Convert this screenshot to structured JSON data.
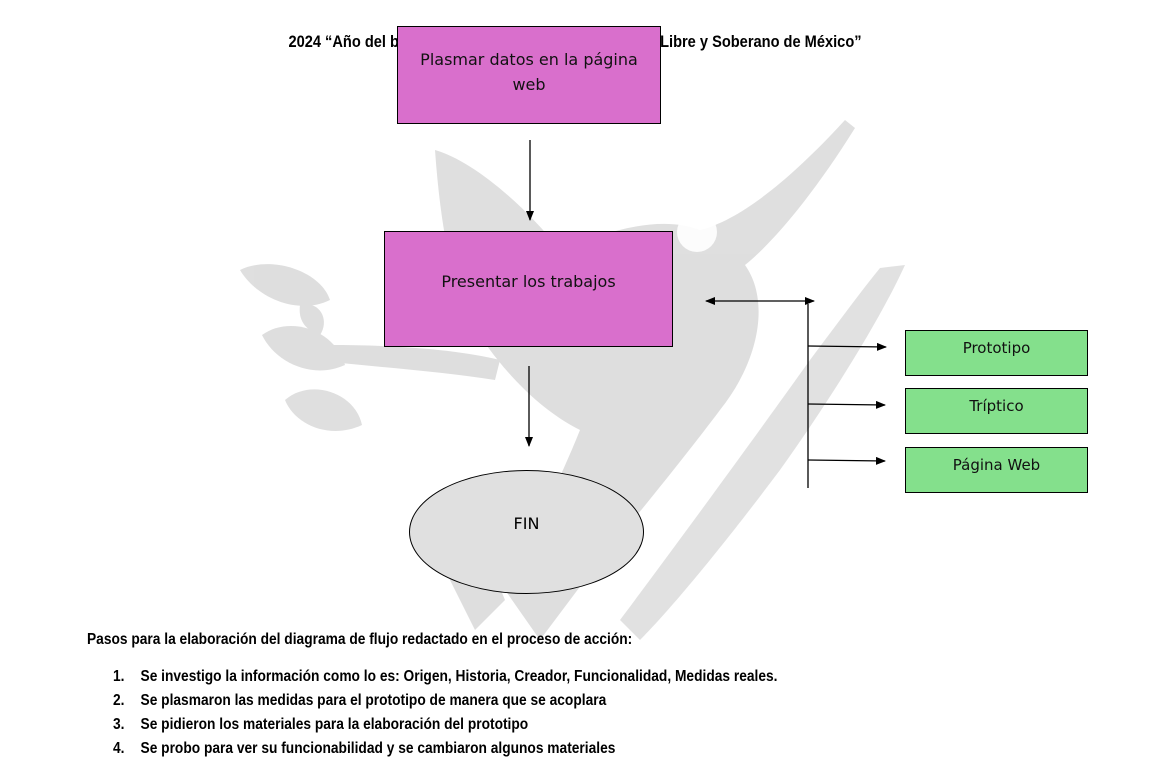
{
  "header": {
    "left_text": "2024 “Año del bice",
    "right_text": "Libre y Soberano de México”"
  },
  "diagram": {
    "nodes": {
      "web_data": "Plasmar datos en la página web",
      "present": "Presentar los trabajos",
      "end": "FIN",
      "prototype": "Prototipo",
      "triptych": "Tríptico",
      "webpage": "Página Web"
    }
  },
  "steps": {
    "title": "Pasos para la elaboración del diagrama de flujo redactado en el proceso de acción:",
    "items": [
      {
        "num": "1.",
        "text": "Se investigo la información como lo es: Origen, Historia, Creador, Funcionalidad, Medidas reales."
      },
      {
        "num": "2.",
        "text": "Se plasmaron las medidas para el prototipo de manera que se acoplara"
      },
      {
        "num": "3.",
        "text": "Se pidieron los materiales para la elaboración del prototipo"
      },
      {
        "num": "4.",
        "text": "Se probo para ver su funcionabilidad y se cambiaron algunos materiales"
      }
    ]
  },
  "colors": {
    "process_box": "#d96fcc",
    "output_box": "#84e08c",
    "end_ellipse": "#e0e0e0",
    "watermark": "#cdcdcd"
  },
  "icons": {
    "watermark": "hummingbird-watermark-icon"
  }
}
